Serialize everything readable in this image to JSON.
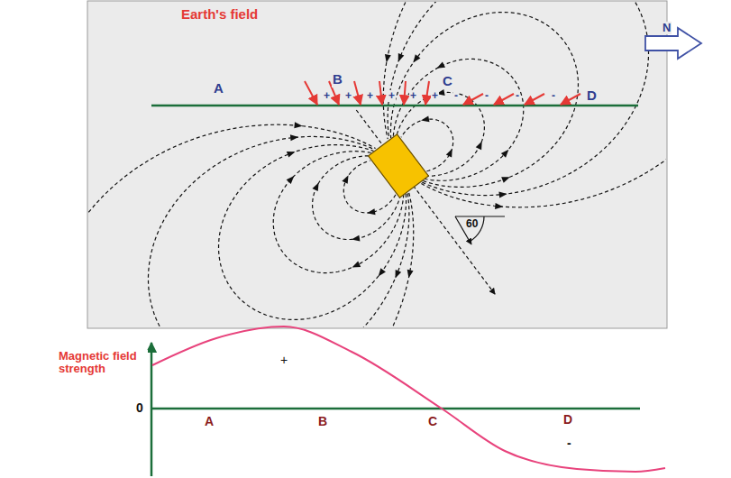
{
  "diagram": {
    "labels": [
      "Earth's field",
      "A",
      "B",
      "+",
      "+",
      "+",
      "+",
      "+",
      "+",
      "C",
      "-",
      "-",
      "-",
      "-",
      "D",
      "N",
      "60",
      "Magnetic field strength",
      "0",
      "+",
      "A",
      "B",
      "C",
      "D",
      "-"
    ]
  }
}
